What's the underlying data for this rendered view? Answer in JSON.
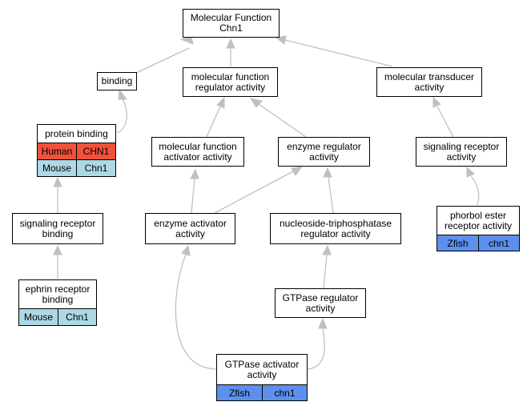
{
  "nodes": {
    "root": "Molecular Function\nChn1",
    "binding": "binding",
    "mf_regulator": "molecular function\nregulator activity",
    "mol_transducer": "molecular transducer\nactivity",
    "protein_binding": "protein binding",
    "mf_activator": "molecular function\nactivator activity",
    "enzyme_regulator": "enzyme regulator\nactivity",
    "signaling_receptor_activity": "signaling receptor\nactivity",
    "signaling_receptor_binding": "signaling receptor\nbinding",
    "enzyme_activator": "enzyme activator\nactivity",
    "ntp_regulator": "nucleoside-triphosphatase\nregulator activity",
    "phorbol": "phorbol ester\nreceptor activity",
    "ephrin": "ephrin receptor\nbinding",
    "gtpase_regulator": "GTPase regulator\nactivity",
    "gtpase_activator": "GTPase activator\nactivity"
  },
  "annotations": {
    "protein_binding": [
      {
        "species": "Human",
        "gene": "CHN1"
      },
      {
        "species": "Mouse",
        "gene": "Chn1"
      }
    ],
    "ephrin": [
      {
        "species": "Mouse",
        "gene": "Chn1"
      }
    ],
    "phorbol": [
      {
        "species": "Zfish",
        "gene": "chn1"
      }
    ],
    "gtpase_activator": [
      {
        "species": "Zfish",
        "gene": "chn1"
      }
    ]
  },
  "colors": {
    "human": "#f0513a",
    "mouse": "#add8e6",
    "zfish": "#5d8fec",
    "edge": "#c0c0c0"
  }
}
